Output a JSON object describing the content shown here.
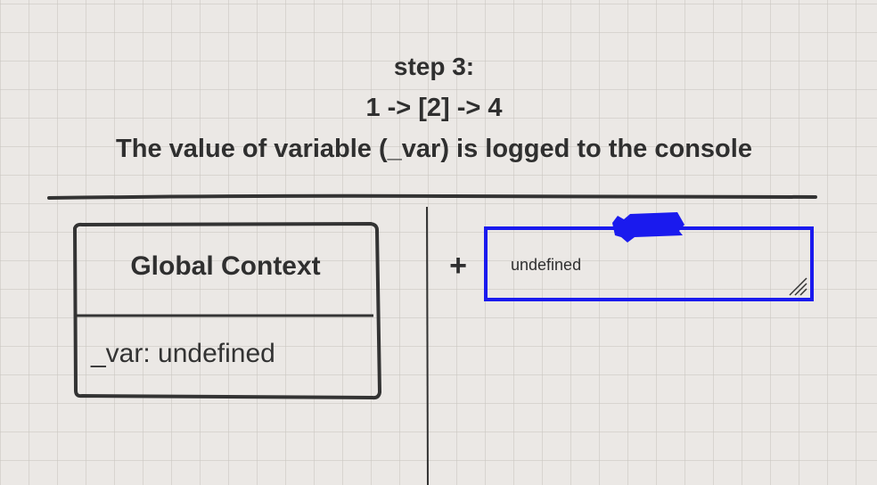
{
  "header": {
    "step": "step 3:",
    "sequence": "1 -> [2] -> 4",
    "description": "The value of variable (_var) is logged to the console"
  },
  "global_context": {
    "title": "Global Context",
    "variable": "_var: undefined"
  },
  "console": {
    "add_label": "+",
    "output": "undefined"
  },
  "colors": {
    "ink": "#333333",
    "console_border": "#1a1aee",
    "background": "#ebe8e5"
  }
}
